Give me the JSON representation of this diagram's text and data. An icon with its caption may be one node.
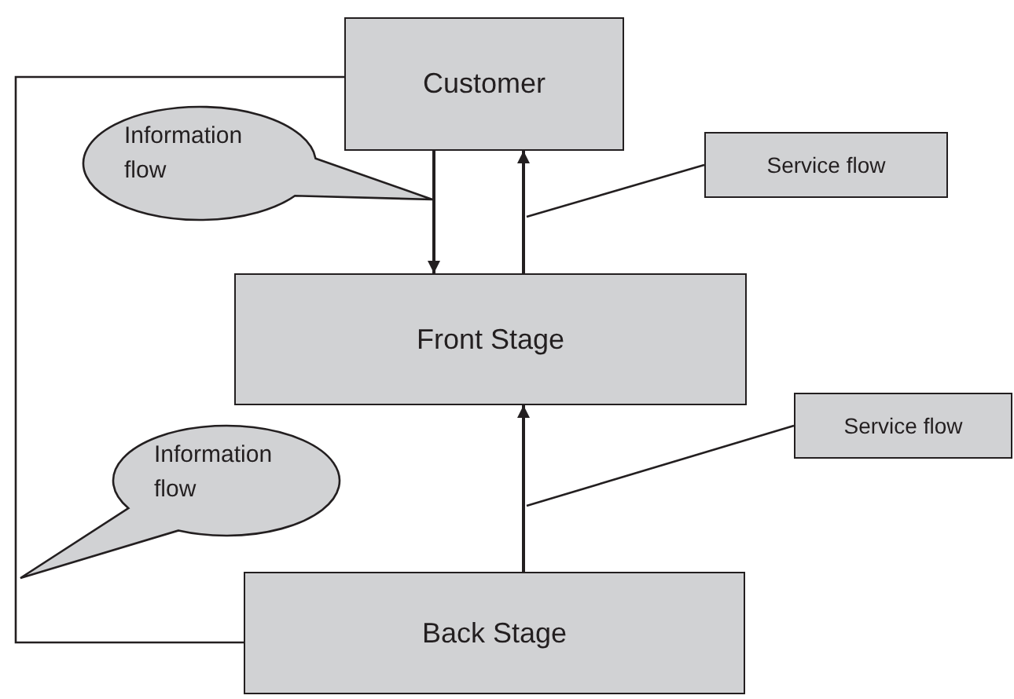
{
  "diagram": {
    "nodes": [
      {
        "text": [
          "Customer"
        ]
      },
      {
        "text": [
          "Information flow"
        ]
      },
      {
        "text": [
          "Service flow"
        ]
      },
      {
        "text": [
          "Front Stage"
        ]
      },
      {
        "text": [
          "Service flow"
        ]
      },
      {
        "text": [
          "Information flow"
        ]
      },
      {
        "text": [
          "Back Stage"
        ]
      }
    ],
    "edges": [
      {
        "from": 0,
        "to": 3,
        "arrow": "to"
      },
      {
        "from": 3,
        "to": 0,
        "arrow": "to"
      },
      {
        "from": 6,
        "to": 3,
        "arrow": "to"
      },
      {
        "from": 0,
        "to": 6,
        "arrow": "none"
      },
      {
        "from": 2,
        "to": null,
        "arrow": "none"
      },
      {
        "from": 4,
        "to": null,
        "arrow": "none"
      }
    ]
  }
}
